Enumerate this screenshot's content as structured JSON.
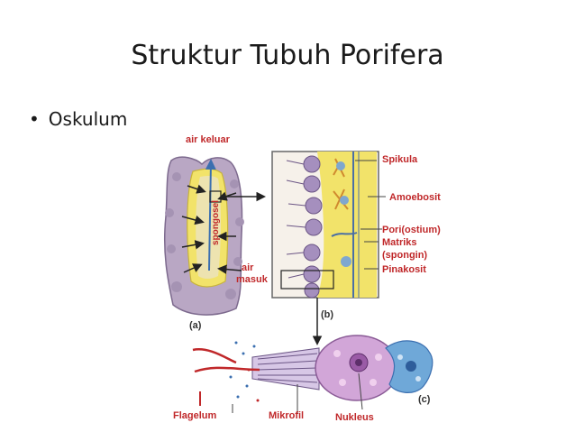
{
  "slide": {
    "title": "Struktur Tubuh Porifera",
    "bullets": [
      "Oskulum"
    ]
  },
  "diagram": {
    "label_air_keluar": "air keluar",
    "label_spongosel": "spongosel",
    "label_air": "air",
    "label_masuk": "masuk",
    "label_a": "(a)",
    "label_b": "(b)",
    "label_c": "(c)",
    "label_spikula": "Spikula",
    "label_amoebosit": "Amoebosit",
    "label_pori": "Pori(ostium)",
    "label_matriks": "Matriks",
    "label_spongin": "(spongin)",
    "label_pinakosit": "Pinakosit",
    "label_flagelum": "Flagelum",
    "label_mikrofil": "Mikrofil",
    "label_nukleus": "Nukleus",
    "colors": {
      "label_red": "#c0282a",
      "sponge_body": "#b9a7c4",
      "inner_yellow": "#f2e36a",
      "choanocyte": "#a58fbe",
      "nucleus_cell": "#d2a6d8",
      "amoeba_blue": "#6fa8d8"
    }
  }
}
